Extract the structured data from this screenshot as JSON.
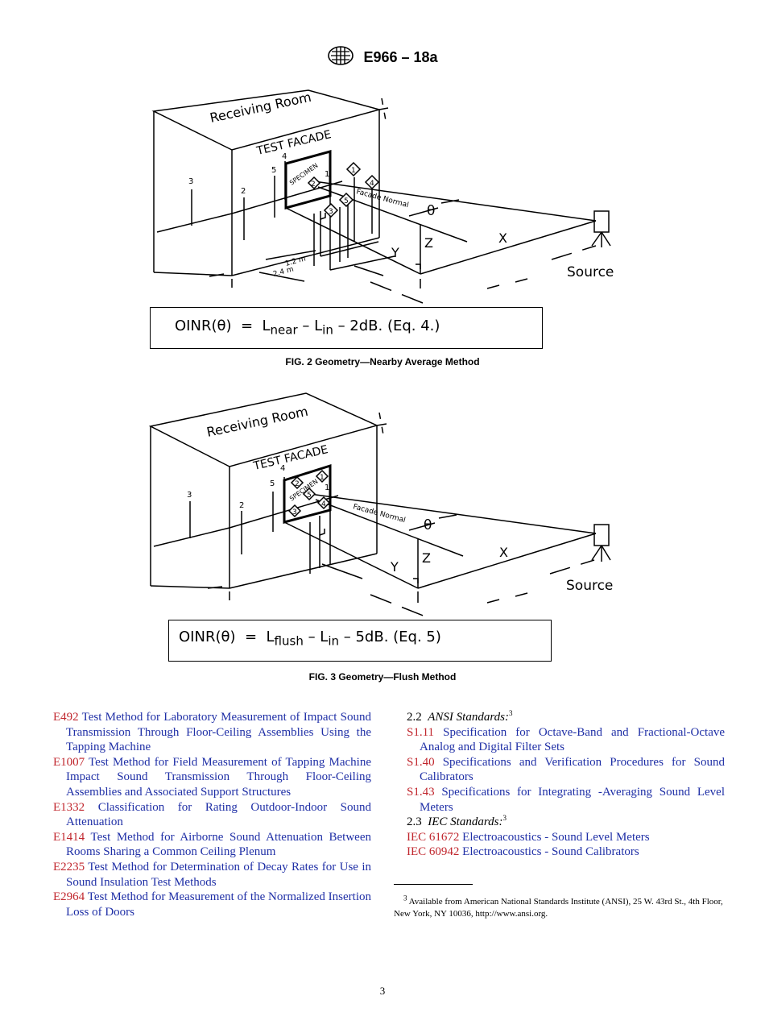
{
  "header": {
    "designation": "E966 – 18a"
  },
  "figure2": {
    "room_label": "Receiving Room",
    "facade_label": "TEST FACADE",
    "specimen_label": "SPECIMEN",
    "normal_label": "Facade Normal",
    "theta": "θ",
    "x_label": "X",
    "y_label": "Y",
    "z_label": "Z",
    "source_label": "Source",
    "dim_1": "1.2 m",
    "dim_2": "2.4 m",
    "pos_1": "1",
    "pos_2": "2",
    "pos_3": "3",
    "pos_4": "4",
    "pos_5": "5",
    "mic_1": "1",
    "mic_2": "2",
    "mic_3": "3",
    "mic_4": "4",
    "mic_5": "5",
    "eq_lhs": "OINR(θ)",
    "eq_eq": "=",
    "eq_l": "L",
    "eq_near": "near",
    "eq_minus": "–",
    "eq_in": "in",
    "eq_rest": "– 2dB. (Eq. 4.)",
    "caption": "FIG. 2 Geometry—Nearby Average Method"
  },
  "figure3": {
    "room_label": "Receiving Room",
    "facade_label": "TEST FACADE",
    "specimen_label": "SPECIMEN",
    "normal_label": "Facade Normal",
    "theta": "θ",
    "x_label": "X",
    "y_label": "Y",
    "z_label": "Z",
    "source_label": "Source",
    "pos_1": "1",
    "pos_2": "2",
    "pos_3": "3",
    "pos_4": "4",
    "pos_5": "5",
    "mic_1": "1",
    "mic_2": "2",
    "mic_3": "3",
    "mic_4": "4",
    "mic_5": "5",
    "eq_lhs": "OINR(θ)",
    "eq_eq": "=",
    "eq_l": "L",
    "eq_flush": "flush",
    "eq_minus": "–",
    "eq_in": "in",
    "eq_rest": "– 5dB. (Eq. 5)",
    "caption": "FIG. 3  Geometry—Flush Method"
  },
  "left_refs": [
    {
      "code": "E492",
      "title": "Test Method for Laboratory Measurement of Impact Sound Transmission Through Floor-Ceiling Assemblies Using the Tapping Machine"
    },
    {
      "code": "E1007",
      "title": "Test Method for Field Measurement of Tapping Machine Impact Sound Transmission Through Floor-Ceiling Assemblies and Associated Support Structures"
    },
    {
      "code": "E1332",
      "title": "Classification for Rating Outdoor-Indoor Sound Attenuation"
    },
    {
      "code": "E1414",
      "title": "Test Method for Airborne Sound Attenuation Between Rooms Sharing a Common Ceiling Plenum"
    },
    {
      "code": "E2235",
      "title": "Test Method for Determination of Decay Rates for Use in Sound Insulation Test Methods"
    },
    {
      "code": "E2964",
      "title": "Test Method for Measurement of the Normalized Insertion Loss of Doors"
    }
  ],
  "ansi": {
    "number": "2.2",
    "heading": "ANSI Standards:",
    "sup": "3",
    "refs": [
      {
        "code": "S1.11",
        "title": "Specification for Octave-Band and Fractional-Octave Analog and Digital Filter Sets"
      },
      {
        "code": "S1.40",
        "title": "Specifications and Verification Procedures for Sound Calibrators"
      },
      {
        "code": "S1.43",
        "title": "Specifications for Integrating -Averaging Sound Level Meters"
      }
    ]
  },
  "iec": {
    "number": "2.3",
    "heading": "IEC Standards:",
    "sup": "3",
    "refs": [
      {
        "code": "IEC 61672",
        "title": "Electroacoustics - Sound Level Meters"
      },
      {
        "code": "IEC 60942",
        "title": "Electroacoustics - Sound Calibrators"
      }
    ]
  },
  "footnote": {
    "mark": "3",
    "text": "Available from American National Standards Institute (ANSI), 25 W. 43rd St., 4th Floor, New York, NY 10036, http://www.ansi.org."
  },
  "page_number": "3"
}
